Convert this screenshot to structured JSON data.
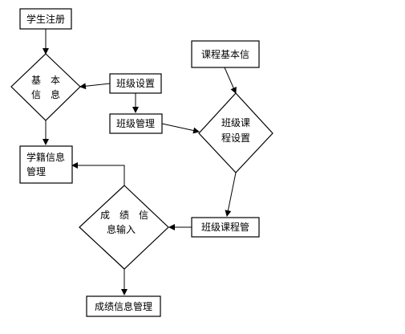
{
  "nodes": {
    "student_register": {
      "label": "学生注册"
    },
    "basic_info": {
      "line1": "基　本",
      "line2": "信　息"
    },
    "class_setup": {
      "label": "班级设置"
    },
    "class_manage": {
      "label": "班级管理"
    },
    "course_basic_info": {
      "label": "课程基本信"
    },
    "class_course_setup": {
      "line1": "班级课",
      "line2": "程设置"
    },
    "student_record_manage": {
      "line1": "学籍信息",
      "line2": "管理"
    },
    "grade_input": {
      "line1": "成　绩　信",
      "line2": "息输入"
    },
    "class_course_manage": {
      "label": "班级课程管"
    },
    "grade_info_manage": {
      "label": "成绩信息管理"
    }
  },
  "colors": {
    "stroke": "#000000",
    "background": "#ffffff",
    "text": "#000000"
  }
}
